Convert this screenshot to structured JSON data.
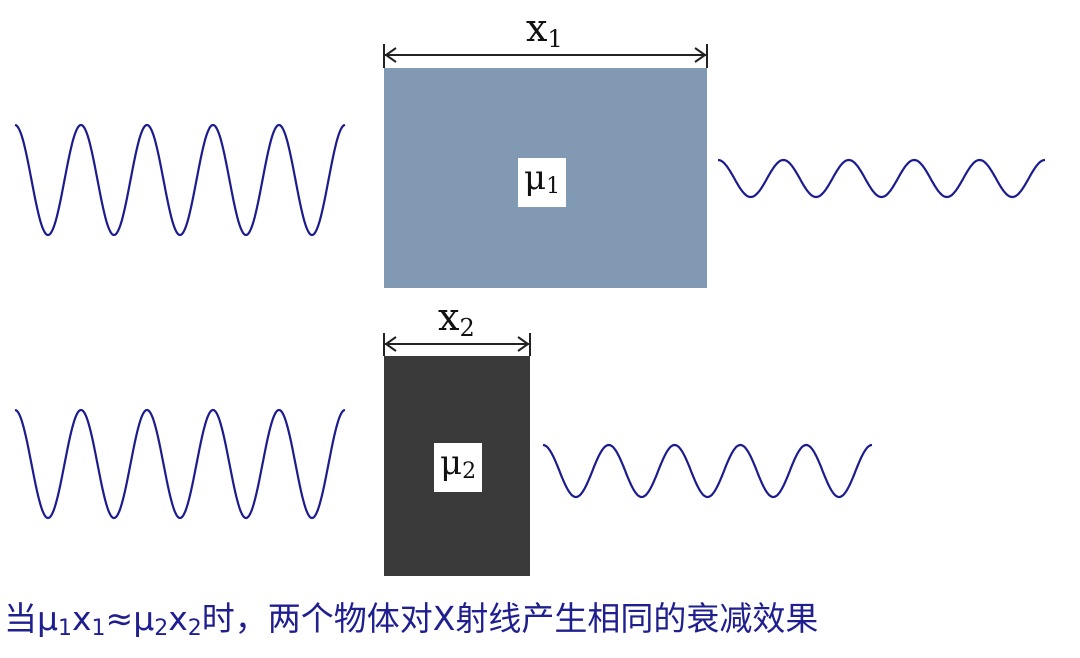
{
  "colors": {
    "wave": "#1c1c8e",
    "material1": "#8299b3",
    "material2": "#3a3a3a",
    "caption": "#1f1f90"
  },
  "top": {
    "thickness_label": "x",
    "thickness_sub": "1",
    "coefficient_label": "μ",
    "coefficient_sub": "1"
  },
  "bottom": {
    "thickness_label": "x",
    "thickness_sub": "2",
    "coefficient_label": "μ",
    "coefficient_sub": "2"
  },
  "caption": {
    "prefix": "当",
    "mu1": "μ",
    "mu1_sub": "1",
    "x1": "x",
    "x1_sub": "1",
    "approx": "≈",
    "mu2": "μ",
    "mu2_sub": "2",
    "x2": "x",
    "x2_sub": "2",
    "suffix": "时，两个物体对X射线产生相同的衰减效果"
  }
}
